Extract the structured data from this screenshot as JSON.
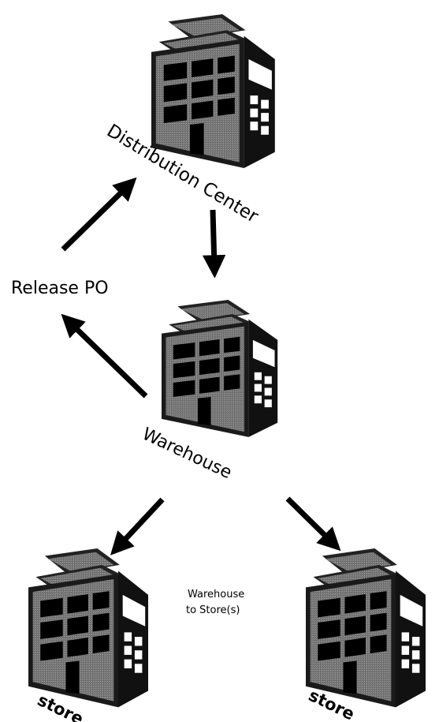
{
  "diagram": {
    "nodes": [
      {
        "id": "distribution-center",
        "label": "Distribution Center",
        "icon": "building-icon"
      },
      {
        "id": "warehouse",
        "label": "Warehouse",
        "icon": "building-icon"
      },
      {
        "id": "store-left",
        "label": "store",
        "icon": "building-icon"
      },
      {
        "id": "store-right",
        "label": "store",
        "icon": "building-icon"
      }
    ],
    "labels": {
      "release_po": "Release PO",
      "warehouse_to_store_line1": "Warehouse",
      "warehouse_to_store_line2": "to Store(s)"
    },
    "edges": [
      {
        "from": "distribution-center",
        "to": "warehouse"
      },
      {
        "from": "warehouse",
        "to": "distribution-center",
        "label": "Release PO"
      },
      {
        "from": "warehouse",
        "to": "store-left"
      },
      {
        "from": "warehouse",
        "to": "store-right"
      }
    ]
  }
}
